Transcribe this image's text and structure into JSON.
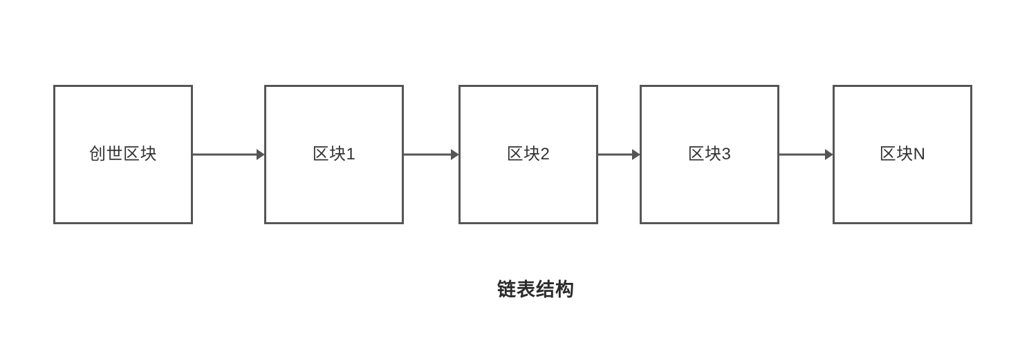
{
  "diagram": {
    "title": "链表结构",
    "background_color": "#ffffff",
    "node_border_color": "#555555",
    "node_text_color": "#333333",
    "edge_color": "#555555",
    "caption_color": "#2b2b2b",
    "nodes": [
      {
        "id": "genesis",
        "label": "创世区块"
      },
      {
        "id": "block-1",
        "label": "区块1"
      },
      {
        "id": "block-2",
        "label": "区块2"
      },
      {
        "id": "block-3",
        "label": "区块3"
      },
      {
        "id": "block-n",
        "label": "区块N"
      }
    ],
    "edges": [
      {
        "id": "edge-1",
        "from": "genesis",
        "to": "block-1",
        "style": "arrow"
      },
      {
        "id": "edge-2",
        "from": "block-1",
        "to": "block-2",
        "style": "arrow"
      },
      {
        "id": "edge-3",
        "from": "block-2",
        "to": "block-3",
        "style": "arrow"
      },
      {
        "id": "edge-4",
        "from": "block-3",
        "to": "block-n",
        "style": "arrow"
      }
    ]
  }
}
